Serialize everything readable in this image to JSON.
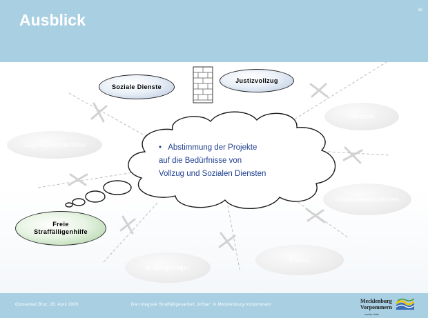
{
  "slide": {
    "title": "Ausblick",
    "number": "18"
  },
  "nodes": {
    "soziale_dienste": "Soziale Dienste",
    "justizvollzug": "Justizvollzug",
    "gerichte": "Gerichte",
    "jugendgerichtshilfen": "Jugendgerichtshilfen",
    "staatsanwaltschaften": "Staatsanwaltschaften",
    "freie_line1": "Freie",
    "freie_line2": "Straffälligenhilfe",
    "bildungstraeger": "Bildungsträger",
    "polizei": "Polizei"
  },
  "cloud": {
    "bullet": "•",
    "line1": "Abstimmung der Projekte",
    "line2": "auf die Bedürfnisse von",
    "line3": "Vollzug und Sozialen Diensten"
  },
  "footer": {
    "left": "Ostseebad Binz, 28. April 2009",
    "center": "Die Integrale Straffälligenarbeit „InStar“ in Mecklenburg-Vorpommern",
    "logo_line1": "Mecklenburg",
    "logo_line2": "Vorpommern",
    "logo_tag": "rechts: links"
  },
  "colors": {
    "header": "#a9cfe3",
    "text_blue": "#1f3f8f",
    "ghost": "#e6e6e6",
    "green": "#a6ce9c"
  }
}
